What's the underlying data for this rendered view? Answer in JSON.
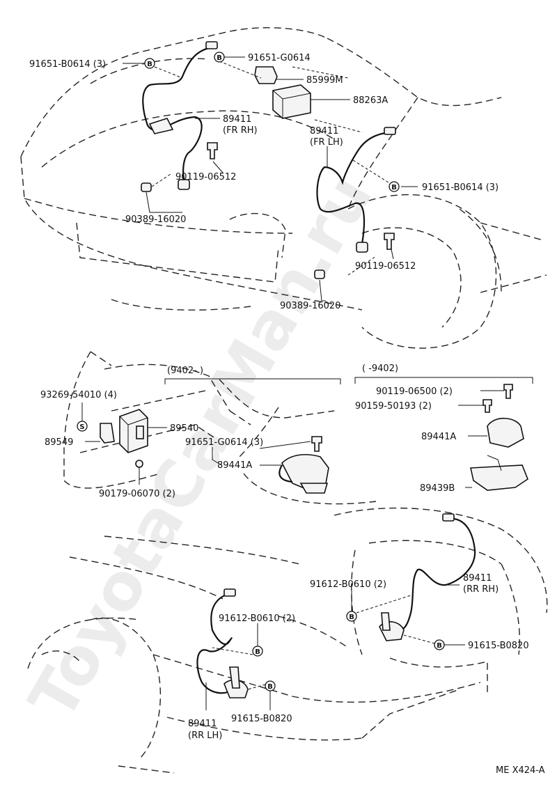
{
  "code_letter_b": "B",
  "code_letter_s": "S",
  "watermark": "ToyotaCarMan.ru",
  "drawing_id": "ME X424-A",
  "groups": {
    "new_model": "(9402-        )",
    "old_model": "(        -9402)"
  },
  "labels": {
    "p_91651_B0614_left": "91651-B0614 (3)",
    "p_91651_G0614_top": "91651-G0614",
    "p_85999M": "85999M",
    "p_88263A": "88263A",
    "p_89411_fr_rh": "89411",
    "p_89411_fr_rh_sub": "(FR RH)",
    "p_89411_fr_lh": "89411",
    "p_89411_fr_lh_sub": "(FR LH)",
    "p_90119_06512_left": "90119-06512",
    "p_91651_B0614_right": "91651-B0614 (3)",
    "p_90389_16020_left": "90389-16020",
    "p_90119_06512_right": "90119-06512",
    "p_90389_16020_right": "90389-16020",
    "p_93269_54010": "93269-54010 (4)",
    "p_89540": "89540",
    "p_89549": "89549",
    "p_91651_G0614_mid": "91651-G0614 (3)",
    "p_89441A_mid": "89441A",
    "p_90179_06070": "90179-06070 (2)",
    "p_90119_06500": "90119-06500 (2)",
    "p_90159_50193": "90159-50193 (2)",
    "p_89441A_right": "89441A",
    "p_89439B": "89439B",
    "p_91612_B0610_right": "91612-B0610 (2)",
    "p_89411_rr_rh": "89411",
    "p_89411_rr_rh_sub": "(RR RH)",
    "p_91615_B0820_right": "91615-B0820",
    "p_91612_B0610_left": "91612-B0610 (2)",
    "p_91615_B0820_left": "91615-B0820",
    "p_89411_rr_lh": "89411",
    "p_89411_rr_lh_sub": "(RR LH)"
  }
}
